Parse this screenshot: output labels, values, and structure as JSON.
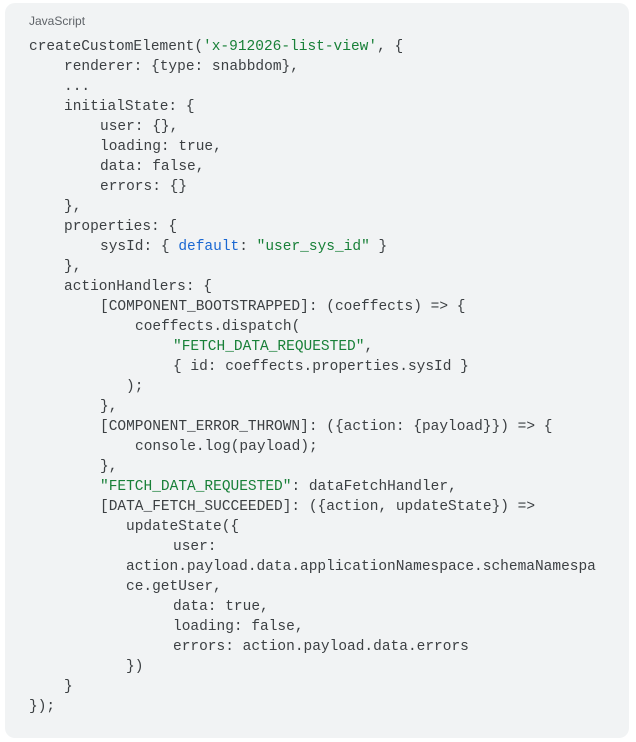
{
  "language_label": "JavaScript",
  "colors": {
    "background": "#f1f3f4",
    "text": "#3c4043",
    "string": "#188038",
    "keyword": "#1967d2"
  },
  "code": {
    "l1a": "createCustomElement(",
    "l1s": "'x-912026-list-view'",
    "l1b": ", {",
    "l2": "renderer: {type: snabbdom},",
    "l3": "...",
    "l4": "initialState: {",
    "l5": "user: {},",
    "l6": "loading: true,",
    "l7": "data: false,",
    "l8": "errors: {}",
    "l9": "},",
    "l10": "properties: {",
    "l11a": "sysId: { ",
    "l11k": "default",
    "l11b": ": ",
    "l11s": "\"user_sys_id\"",
    "l11c": " }",
    "l12": "},",
    "l13": "actionHandlers: {",
    "l14": "[COMPONENT_BOOTSTRAPPED]: (coeffects) => {",
    "l15": "coeffects.dispatch(",
    "l16s": "\"FETCH_DATA_REQUESTED\"",
    "l16b": ",",
    "l17": "{ id: coeffects.properties.sysId }",
    "l18": ");",
    "l19": "},",
    "l20": "[COMPONENT_ERROR_THROWN]: ({action: {payload}}) => {",
    "l21": "console.log(payload);",
    "l22": "},",
    "l23s": "\"FETCH_DATA_REQUESTED\"",
    "l23b": ": dataFetchHandler,",
    "l24": "[DATA_FETCH_SUCCEEDED]: ({action, updateState}) =>",
    "l25": "updateState({",
    "l26": "user:",
    "l27": "action.payload.data.applicationNamespace.schemaNamespa",
    "l28": "ce.getUser,",
    "l29": "data: true,",
    "l30": "loading: false,",
    "l31": "errors: action.payload.data.errors",
    "l32": "})",
    "l33": "}",
    "l34": "});"
  }
}
